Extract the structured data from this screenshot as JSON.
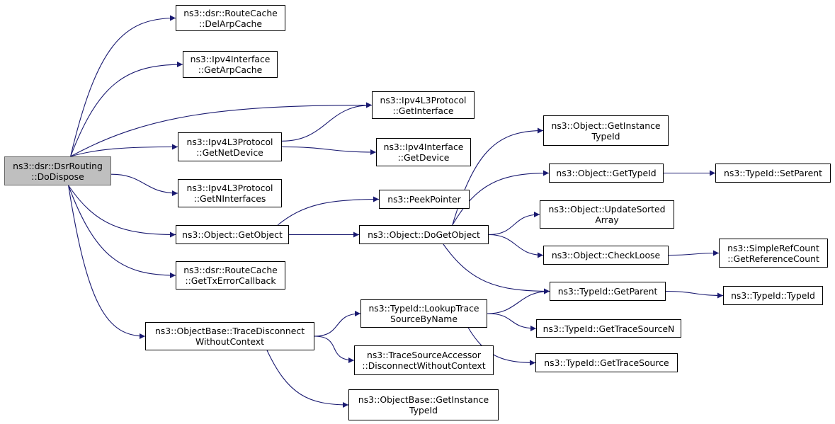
{
  "edge_color": "#191970",
  "root_fill": "#bfbfbf",
  "nodes": [
    {
      "id": "root",
      "lines": [
        "ns3::dsr::DsrRouting",
        "::DoDispose"
      ]
    },
    {
      "id": "delarp",
      "lines": [
        "ns3::dsr::RouteCache",
        "::DelArpCache"
      ]
    },
    {
      "id": "getarp",
      "lines": [
        "ns3::Ipv4Interface",
        "::GetArpCache"
      ]
    },
    {
      "id": "getinterface",
      "lines": [
        "ns3::Ipv4L3Protocol",
        "::GetInterface"
      ]
    },
    {
      "id": "getnetdevice",
      "lines": [
        "ns3::Ipv4L3Protocol",
        "::GetNetDevice"
      ]
    },
    {
      "id": "getdevice",
      "lines": [
        "ns3::Ipv4Interface",
        "::GetDevice"
      ]
    },
    {
      "id": "getninterfaces",
      "lines": [
        "ns3::Ipv4L3Protocol",
        "::GetNInterfaces"
      ]
    },
    {
      "id": "getobject",
      "lines": [
        "ns3::Object::GetObject"
      ]
    },
    {
      "id": "peekpointer",
      "lines": [
        "ns3::PeekPointer"
      ]
    },
    {
      "id": "dogetobject",
      "lines": [
        "ns3::Object::DoGetObject"
      ]
    },
    {
      "id": "gettxerror",
      "lines": [
        "ns3::dsr::RouteCache",
        "::GetTxErrorCallback"
      ]
    },
    {
      "id": "tracedisconnect",
      "lines": [
        "ns3::ObjectBase::TraceDisconnect",
        "WithoutContext"
      ]
    },
    {
      "id": "lookuptrace",
      "lines": [
        "ns3::TypeId::LookupTrace",
        "SourceByName"
      ]
    },
    {
      "id": "tracesourceaccessor",
      "lines": [
        "ns3::TraceSourceAccessor",
        "::DisconnectWithoutContext"
      ]
    },
    {
      "id": "objbasegetinstance",
      "lines": [
        "ns3::ObjectBase::GetInstance",
        "TypeId"
      ]
    },
    {
      "id": "objgetinstance",
      "lines": [
        "ns3::Object::GetInstance",
        "TypeId"
      ]
    },
    {
      "id": "objgettypeid",
      "lines": [
        "ns3::Object::GetTypeId"
      ]
    },
    {
      "id": "updatesorted",
      "lines": [
        "ns3::Object::UpdateSorted",
        "Array"
      ]
    },
    {
      "id": "checkloose",
      "lines": [
        "ns3::Object::CheckLoose"
      ]
    },
    {
      "id": "getparent",
      "lines": [
        "ns3::TypeId::GetParent"
      ]
    },
    {
      "id": "gettracesourcen",
      "lines": [
        "ns3::TypeId::GetTraceSourceN"
      ]
    },
    {
      "id": "gettracesource",
      "lines": [
        "ns3::TypeId::GetTraceSource"
      ]
    },
    {
      "id": "setparent",
      "lines": [
        "ns3::TypeId::SetParent"
      ]
    },
    {
      "id": "getrefcount",
      "lines": [
        "ns3::SimpleRefCount",
        "::GetReferenceCount"
      ]
    },
    {
      "id": "typeid",
      "lines": [
        "ns3::TypeId::TypeId"
      ]
    }
  ],
  "edges": [
    [
      "root",
      "delarp"
    ],
    [
      "root",
      "getarp"
    ],
    [
      "root",
      "getinterface"
    ],
    [
      "root",
      "getnetdevice"
    ],
    [
      "root",
      "getninterfaces"
    ],
    [
      "root",
      "getobject"
    ],
    [
      "root",
      "gettxerror"
    ],
    [
      "root",
      "tracedisconnect"
    ],
    [
      "getnetdevice",
      "getinterface"
    ],
    [
      "getnetdevice",
      "getdevice"
    ],
    [
      "getobject",
      "peekpointer"
    ],
    [
      "getobject",
      "dogetobject"
    ],
    [
      "dogetobject",
      "objgetinstance"
    ],
    [
      "dogetobject",
      "objgettypeid"
    ],
    [
      "dogetobject",
      "updatesorted"
    ],
    [
      "dogetobject",
      "checkloose"
    ],
    [
      "dogetobject",
      "getparent"
    ],
    [
      "objgettypeid",
      "setparent"
    ],
    [
      "checkloose",
      "getrefcount"
    ],
    [
      "getparent",
      "typeid"
    ],
    [
      "tracedisconnect",
      "lookuptrace"
    ],
    [
      "tracedisconnect",
      "tracesourceaccessor"
    ],
    [
      "tracedisconnect",
      "objbasegetinstance"
    ],
    [
      "lookuptrace",
      "getparent"
    ],
    [
      "lookuptrace",
      "gettracesourcen"
    ],
    [
      "lookuptrace",
      "gettracesource"
    ]
  ]
}
